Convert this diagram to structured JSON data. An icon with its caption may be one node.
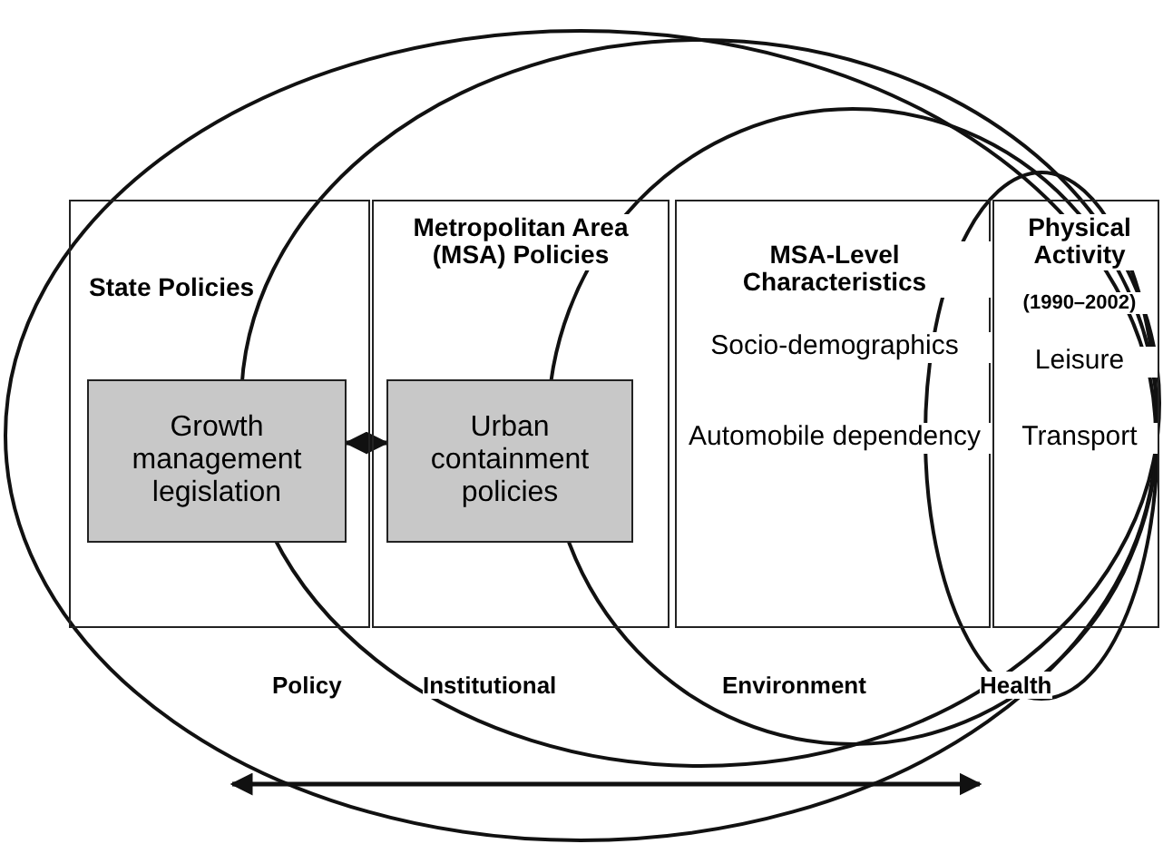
{
  "diagram": {
    "nodes": [
      {
        "text": [
          "State Policies"
        ]
      },
      {
        "text": [
          "Growth management legislation"
        ],
        "in": 0
      },
      {
        "text": [
          "Metropolitan Area (MSA) Policies"
        ]
      },
      {
        "text": [
          "Urban containment policies"
        ],
        "in": 2
      },
      {
        "text": [
          "MSA-Level Characteristics",
          "Socio-demographics",
          "Automobile dependency"
        ]
      },
      {
        "text": [
          "Physical Activity",
          "(1990–2002)",
          "Leisure",
          "Transport"
        ]
      }
    ],
    "edges": [
      {
        "from": 1,
        "to": 3,
        "arrow": "both"
      }
    ],
    "labels": [
      "Policy",
      "Institutional",
      "Environment",
      "Health"
    ]
  }
}
